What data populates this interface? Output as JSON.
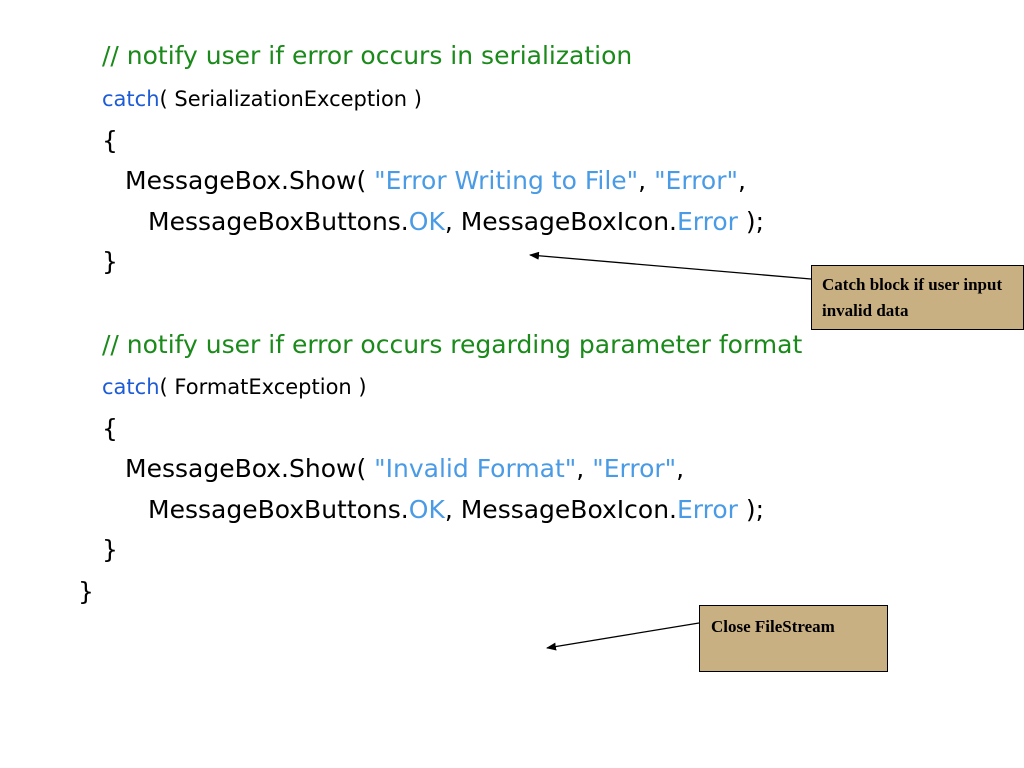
{
  "code": {
    "comment1": "// notify user if error occurs in serialization",
    "catch1_keyword": "catch",
    "catch1_rest": "( SerializationException )",
    "open_brace1": "{",
    "show1_prefix": "MessageBox.Show( ",
    "show1_str1": "\"Error Writing to File\"",
    "show1_sep": ", ",
    "show1_str2": "\"Error\"",
    "show1_end": ",",
    "buttons1_prefix": "MessageBoxButtons.",
    "buttons1_ok": "OK",
    "buttons1_mid": ", MessageBoxIcon.",
    "buttons1_error": "Error",
    "buttons1_end": " );",
    "close_brace1": "}",
    "comment2": "// notify user if error occurs regarding parameter format",
    "catch2_keyword": "catch",
    "catch2_rest": "( FormatException )",
    "open_brace2": "{",
    "show2_prefix": "MessageBox.Show( ",
    "show2_str1": "\"Invalid Format\"",
    "show2_sep": ", ",
    "show2_str2": "\"Error\"",
    "show2_end": ",",
    "buttons2_prefix": "MessageBoxButtons.",
    "buttons2_ok": "OK",
    "buttons2_mid": ", MessageBoxIcon.",
    "buttons2_error": "Error",
    "buttons2_end": " );",
    "close_brace2": "}",
    "outer_close_brace": "}"
  },
  "callouts": {
    "catch_block": "Catch block if user input invalid data",
    "close_filestream": "Close FileStream"
  },
  "colors": {
    "comment": "#1a8a1a",
    "keyword": "#1e5bd6",
    "string": "#4a9be6",
    "callout_bg": "#c9b083"
  }
}
